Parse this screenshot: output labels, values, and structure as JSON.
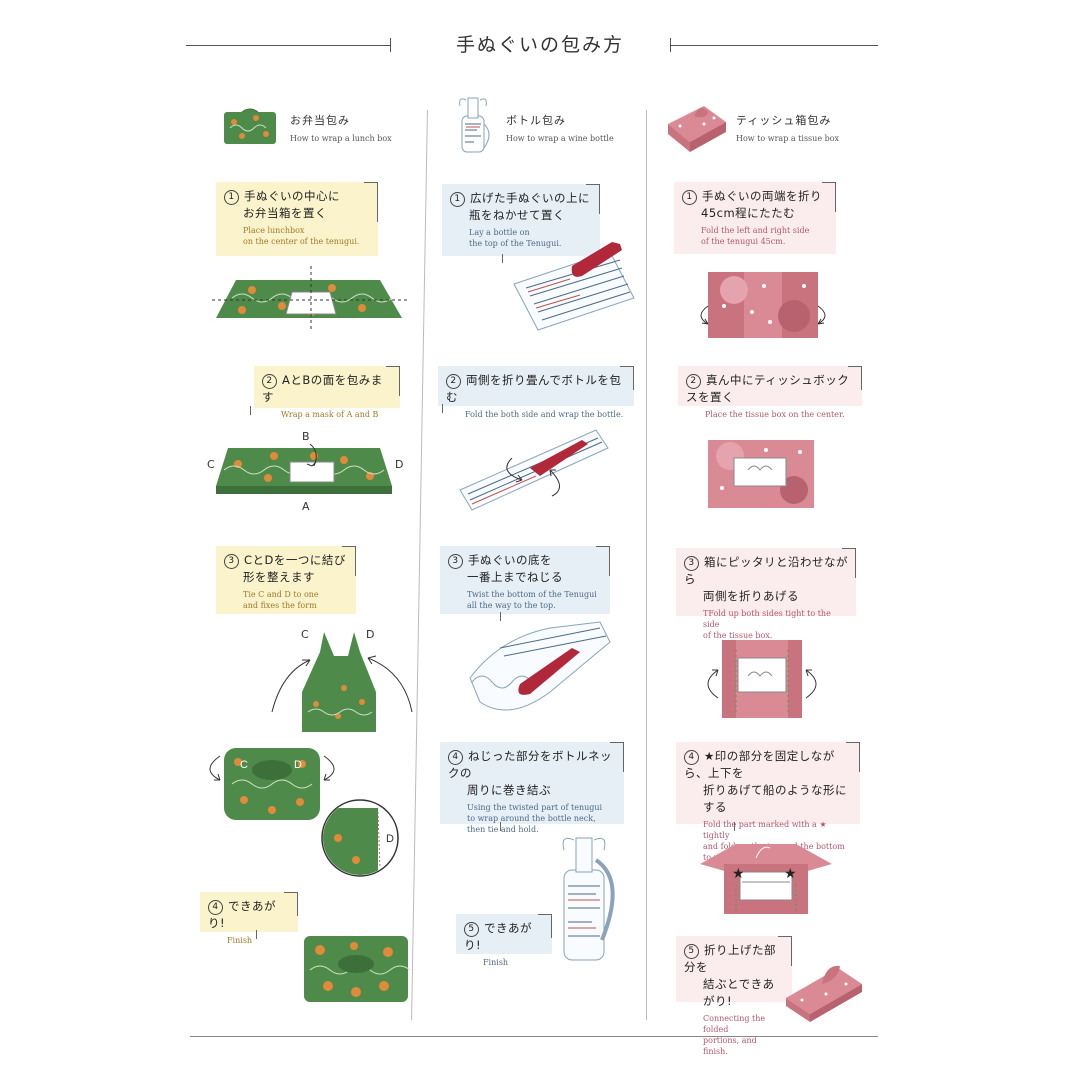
{
  "title": "手ぬぐいの包み方",
  "columns": [
    {
      "title_jp": "お弁当包み",
      "title_en": "How to wrap a lunch box",
      "steps": [
        {
          "num": "1",
          "jp": [
            "手ぬぐいの中心に",
            "お弁当箱を置く"
          ],
          "en": [
            "Place lunchbox",
            "on the center of the tenugui."
          ]
        },
        {
          "num": "2",
          "jp": [
            "AとBの面を包みます"
          ],
          "en": [
            "Wrap a mask of A and B"
          ]
        },
        {
          "num": "3",
          "jp": [
            "CとDを一つに結び",
            "形を整えます"
          ],
          "en": [
            "Tie C and D to one",
            "and fixes the form"
          ]
        },
        {
          "num": "4",
          "jp": [
            "できあがり!"
          ],
          "en": [
            "Finish"
          ]
        }
      ],
      "labels": {
        "a": "A",
        "b": "B",
        "c": "C",
        "d": "D"
      }
    },
    {
      "title_jp": "ボトル包み",
      "title_en": "How to wrap a wine bottle",
      "steps": [
        {
          "num": "1",
          "jp": [
            "広げた手ぬぐいの上に",
            "瓶をねかせて置く"
          ],
          "en": [
            "Lay a bottle on",
            "the top of the Tenugui."
          ]
        },
        {
          "num": "2",
          "jp": [
            "両側を折り畳んでボトルを包む"
          ],
          "en": [
            "Fold the both side and wrap the bottle."
          ]
        },
        {
          "num": "3",
          "jp": [
            "手ぬぐいの底を",
            "一番上までねじる"
          ],
          "en": [
            "Twist the bottom of the Tenugui",
            "all the way to the top."
          ]
        },
        {
          "num": "4",
          "jp": [
            "ねじった部分をボトルネックの",
            "周りに巻き結ぶ"
          ],
          "en": [
            "Using the twisted part of tenugui",
            "to wrap around the bottle neck,",
            "then tie and hold."
          ]
        },
        {
          "num": "5",
          "jp": [
            "できあがり!"
          ],
          "en": [
            "Finish"
          ]
        }
      ]
    },
    {
      "title_jp": "ティッシュ箱包み",
      "title_en": "How to wrap a tissue box",
      "steps": [
        {
          "num": "1",
          "jp": [
            "手ぬぐいの両端を折り",
            "45cm程にたたむ"
          ],
          "en": [
            "Fold the left and right side",
            "of the tenugui 45cm."
          ]
        },
        {
          "num": "2",
          "jp": [
            "真ん中にティッシュボックスを置く"
          ],
          "en": [
            "Place the tissue box on the center."
          ]
        },
        {
          "num": "3",
          "jp": [
            "箱にピッタリと沿わせながら",
            "両側を折りあげる"
          ],
          "en": [
            "TFold up both sides tight to the side",
            "of the tissue box."
          ]
        },
        {
          "num": "4",
          "jp": [
            "★印の部分を固定しながら、上下を",
            "折りあげて船のような形にする"
          ],
          "en": [
            "Fold the part marked with a ★ tightly",
            "and fold up the top and the bottom",
            "to make the shape of boat."
          ]
        },
        {
          "num": "5",
          "jp": [
            "折り上げた部分を",
            "結ぶとできあがり!"
          ],
          "en": [
            "Connecting the folded",
            "portions, and finish."
          ]
        }
      ]
    }
  ],
  "colors": {
    "green": "#4e8a4a",
    "orange": "#e08a3a",
    "pink": "#c9737f",
    "wine": "#b0283a",
    "yellow_bg": "#faf3cc",
    "blue_bg": "#e6eef6",
    "pink_bg": "#fbecee"
  }
}
